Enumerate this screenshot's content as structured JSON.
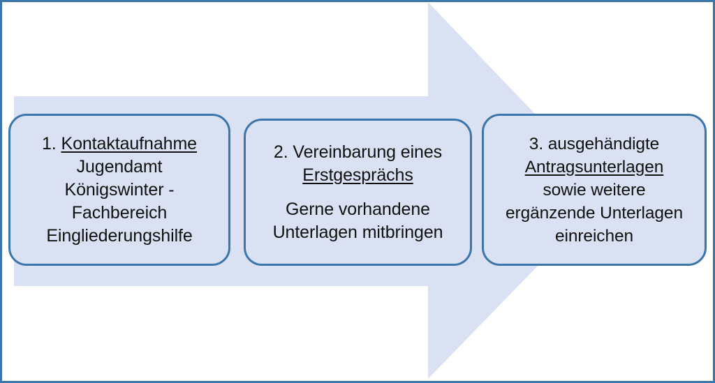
{
  "diagram": {
    "type": "process-arrow",
    "title": "",
    "colors": {
      "arrow_fill": "#d9e1f2",
      "box_fill": "#d9e1f2",
      "box_border": "#3a75ab",
      "frame_border": "#3a75ab",
      "text": "#101010"
    },
    "arrow": {
      "name": "right-pointing-process-arrow",
      "direction": "right"
    },
    "steps": [
      {
        "id": "step-1",
        "number": "1.",
        "heading": "Kontaktaufnahme",
        "heading_underlined": true,
        "lines": [
          {
            "text": "1. Kontaktaufnahme",
            "underline_part": "Kontaktaufnahme"
          },
          {
            "text": "Jugendamt"
          },
          {
            "text": "Königswinter -"
          },
          {
            "text": "Fachbereich"
          },
          {
            "text": "Eingliederungshilfe"
          }
        ]
      },
      {
        "id": "step-2",
        "number": "2.",
        "heading": "Vereinbarung eines Erstgesprächs",
        "heading_underlined": true,
        "lines": [
          {
            "text": "2. Vereinbarung eines"
          },
          {
            "text": "Erstgesprächs",
            "underline_part": "Erstgesprächs"
          },
          {
            "text": ""
          },
          {
            "text": "Gerne vorhandene"
          },
          {
            "text": "Unterlagen mitbringen"
          }
        ]
      },
      {
        "id": "step-3",
        "number": "3.",
        "heading": "ausgehändigte Antragsunterlagen",
        "heading_underlined": true,
        "lines": [
          {
            "text": "3.  ausgehändigte"
          },
          {
            "text": "Antragsunterlagen",
            "underline_part": "Antragsunterlagen"
          },
          {
            "text": "sowie weitere"
          },
          {
            "text": "ergänzende Unterlagen"
          },
          {
            "text": "einreichen"
          }
        ]
      }
    ]
  },
  "step1": {
    "l1a": "1. ",
    "l1b": "Kontaktaufnahme",
    "l2": "Jugendamt",
    "l3": "Königswinter -",
    "l4": "Fachbereich",
    "l5": "Eingliederungshilfe"
  },
  "step2": {
    "l1": "2. Vereinbarung eines",
    "l2": "Erstgesprächs",
    "l4": "Gerne vorhandene",
    "l5": "Unterlagen mitbringen"
  },
  "step3": {
    "l1": "3.  ausgehändigte",
    "l2": "Antragsunterlagen",
    "l3": "sowie weitere",
    "l4": "ergänzende Unterlagen",
    "l5": "einreichen"
  }
}
